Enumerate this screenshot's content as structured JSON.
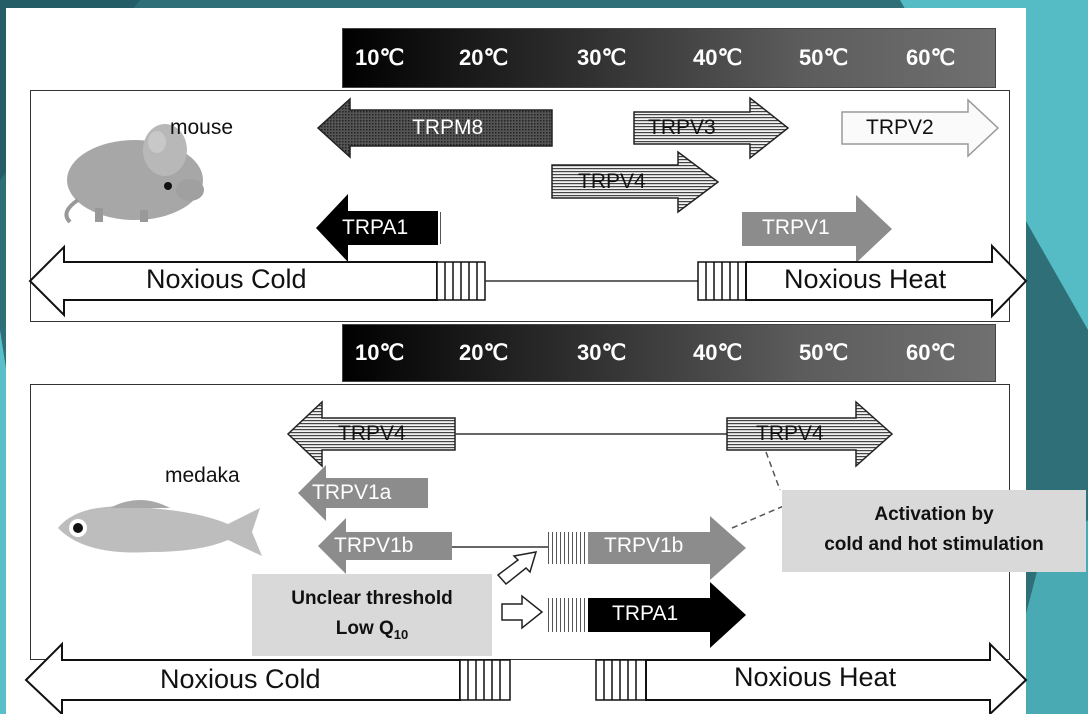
{
  "temperature_scale": [
    "10℃",
    "20℃",
    "30℃",
    "40℃",
    "50℃",
    "60℃"
  ],
  "mouse": {
    "label": "mouse",
    "channels": [
      "TRPM8",
      "TRPV3",
      "TRPV2",
      "TRPV4",
      "TRPA1",
      "TRPV1"
    ],
    "noxious_cold": "Noxious Cold",
    "noxious_heat": "Noxious Heat"
  },
  "medaka": {
    "label": "medaka",
    "channels": [
      "TRPV4",
      "TRPV4",
      "TRPV1a",
      "TRPV1b",
      "TRPV1b",
      "TRPA1"
    ],
    "noxious_cold": "Noxious Cold",
    "noxious_heat": "Noxious Heat"
  },
  "annotations": {
    "activation_line1": "Activation by",
    "activation_line2": "cold and hot stimulation",
    "unclear_line1": "Unclear threshold",
    "unclear_line2_prefix": "Low Q",
    "unclear_line2_sub": "10"
  },
  "colors": {
    "background": "#2f6f78",
    "accent_teal": "#5bc3cc",
    "gray_arrow": "#8c8c8c",
    "black_arrow": "#000000",
    "annotation_box": "#d9d9d9"
  }
}
